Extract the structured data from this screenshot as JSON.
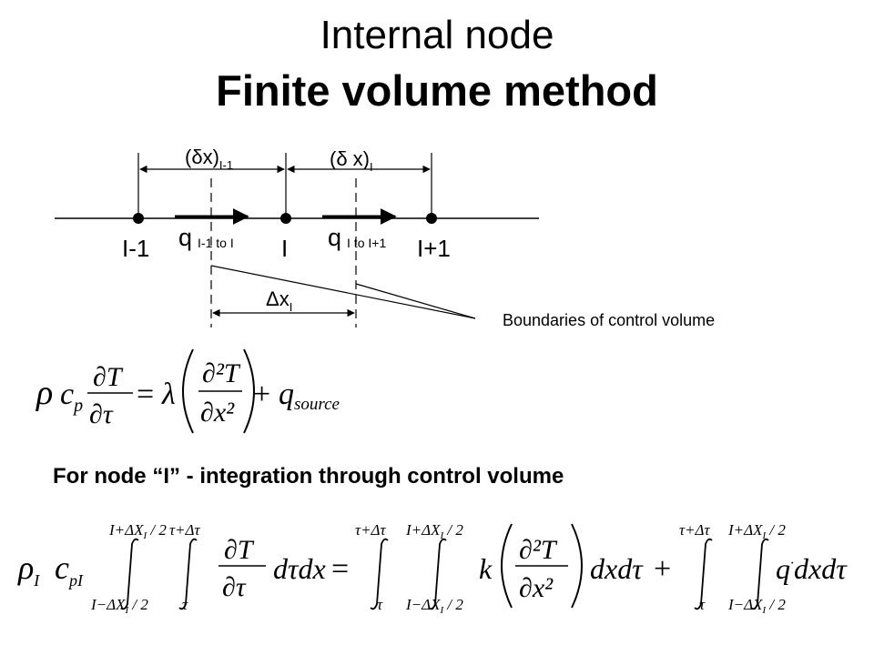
{
  "title": {
    "line1": "Internal node",
    "line2": "Finite volume method"
  },
  "diagram": {
    "node_labels": [
      "I-1",
      "I",
      "I+1"
    ],
    "dim_prev_base": "(δx)",
    "dim_prev_sub": "I-1",
    "dim_curr_base": "(δ x)",
    "dim_curr_sub": "I",
    "flux1_base": "q",
    "flux1_sub": "I-1 to I",
    "flux2_base": "q",
    "flux2_sub": "I to I+1",
    "cv_width_base": "Δx",
    "cv_width_sub": "I",
    "boundaries_label": "Boundaries of control volume"
  },
  "equation1": {
    "rho": "ρ",
    "c": "c",
    "c_sub": "p",
    "partial_T": "∂T",
    "partial_tau": "∂τ",
    "equals": "=",
    "lambda": "λ",
    "partial2_T": "∂²T",
    "partial_x2": "∂x²",
    "plus": "+",
    "q": "q",
    "q_sub": "source"
  },
  "subheading": "For node “I” - integration through control volume",
  "equation2": {
    "lhs_rho": "ρ",
    "lhs_rho_sub": "I",
    "lhs_c": "c",
    "lhs_c_sub": "pI",
    "int_upper_x": "I+ΔX",
    "int_upper_x_sub": "I",
    "int_upper_x_tail": " / 2",
    "int_lower_x": "I−ΔX",
    "int_lower_x_sub": "I",
    "int_lower_x_tail": " / 2",
    "int_upper_tau": "τ+Δτ",
    "int_lower_tau": "τ",
    "partial_T": "∂T",
    "partial_tau": "∂τ",
    "d_tau_dx": "dτdx",
    "equals": "=",
    "k": "k",
    "partial2_T": "∂²T",
    "partial_x2": "∂x²",
    "dxd_tau": "dxdτ",
    "plus": "+",
    "qdot": "q",
    "qdot_mark": "·",
    "qdot_tail": "dxdτ"
  }
}
